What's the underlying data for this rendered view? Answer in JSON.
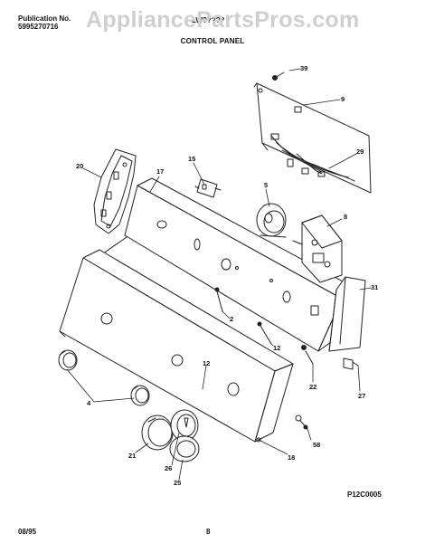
{
  "header": {
    "pub_label": "Publication No.",
    "pub_number": "5995270716",
    "model": "LW?????",
    "watermark": "AppliancePartsPros.com",
    "section_title": "CONTROL PANEL"
  },
  "callouts": {
    "c39": "39",
    "c9": "9",
    "c29": "29",
    "c20": "20",
    "c17": "17",
    "c15": "15",
    "c5": "5",
    "c8": "8",
    "c31": "31",
    "c2": "2",
    "c12a": "12",
    "c12b": "12",
    "c4": "4",
    "c22": "22",
    "c27": "27",
    "c21": "21",
    "c26": "26",
    "c25": "25",
    "c18": "18",
    "c58": "58"
  },
  "footer": {
    "figure_code": "P12C0005",
    "date": "08/95",
    "page": "8"
  }
}
